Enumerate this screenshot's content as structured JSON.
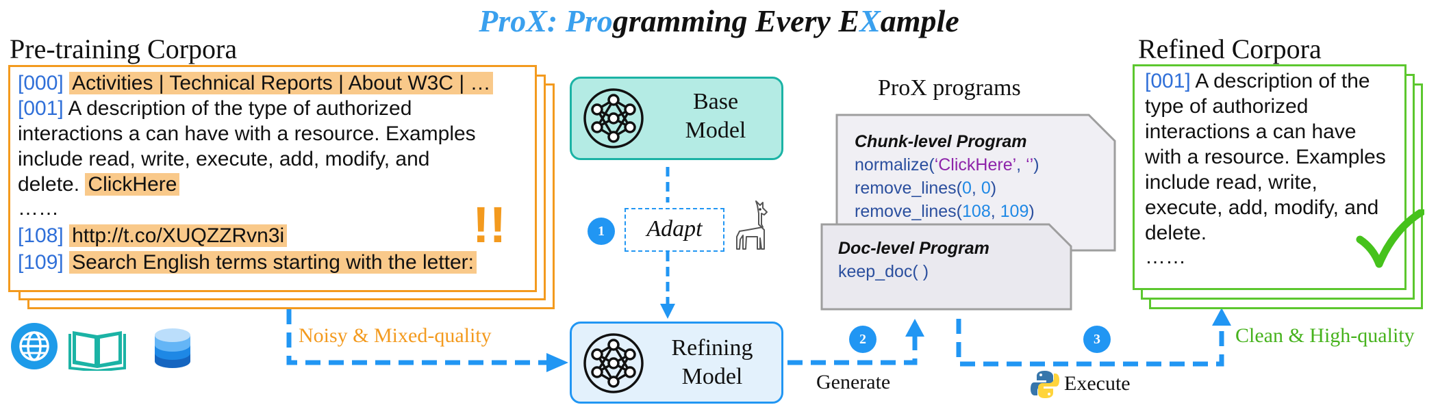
{
  "title": {
    "part1": "ProX: Pro",
    "part2": "gramming Every E",
    "part3": "X",
    "part4": "ample"
  },
  "headings": {
    "pretraining": "Pre-training Corpora",
    "refined": "Refined Corpora",
    "programs": "ProX programs"
  },
  "pretraining_doc": {
    "line0_idx": "[000]",
    "line0_text": "Activities | Technical Reports | About W3C | …",
    "line1_idx": "[001]",
    "line1_text": "A description of the type of authorized",
    "line2": "interactions a can have with a resource. Examples",
    "line3": "include read, write, execute, add, modify, and",
    "line4_text": "delete.",
    "line4_hl": "ClickHere",
    "ellipsis": "……",
    "line108_idx": "[108]",
    "line108_text": "http://t.co/XUQZZRvn3i",
    "line109_idx": "[109]",
    "line109_text": "Search English terms starting with the letter:",
    "alert": "!!"
  },
  "refined_doc": {
    "idx": "[001]",
    "first": "A description of the",
    "lines": [
      "type of authorized",
      "interactions a can have",
      "with a resource. Examples",
      "include read, write,",
      "execute, add, modify, and",
      "delete.",
      "……"
    ]
  },
  "models": {
    "base": [
      "Base",
      "Model"
    ],
    "refining": [
      "Refining",
      "Model"
    ],
    "adapt": "Adapt"
  },
  "steps": [
    "1",
    "2",
    "3"
  ],
  "chunk_program": {
    "title": "Chunk-level Program",
    "l1_fn": "normalize(",
    "l1_s1": "‘ClickHere’",
    "l1_sep": ", ",
    "l1_s2": "‘’",
    "l1_end": ")",
    "l2_fn": "remove_lines(",
    "l2_a": "0",
    "l2_sep": ", ",
    "l2_b": "0",
    "l2_end": ")",
    "l3_fn": "remove_lines(",
    "l3_a": "108",
    "l3_sep": ", ",
    "l3_b": "109",
    "l3_end": ")"
  },
  "doc_program": {
    "title": "Doc-level Program",
    "line": "keep_doc( )"
  },
  "labels": {
    "noisy": "Noisy & Mixed-quality",
    "clean": "Clean & High-quality",
    "generate": "Generate",
    "execute": "Execute"
  },
  "colors": {
    "orange": "#f39a1e",
    "teal": "#b4ebe4",
    "blue": "#2196f3",
    "green": "#5cc72e",
    "gray": "#9e9e9e"
  },
  "icons": [
    "globe-icon",
    "book-icon",
    "database-icon",
    "neural-network-icon",
    "llama-icon",
    "python-icon",
    "check-icon"
  ]
}
